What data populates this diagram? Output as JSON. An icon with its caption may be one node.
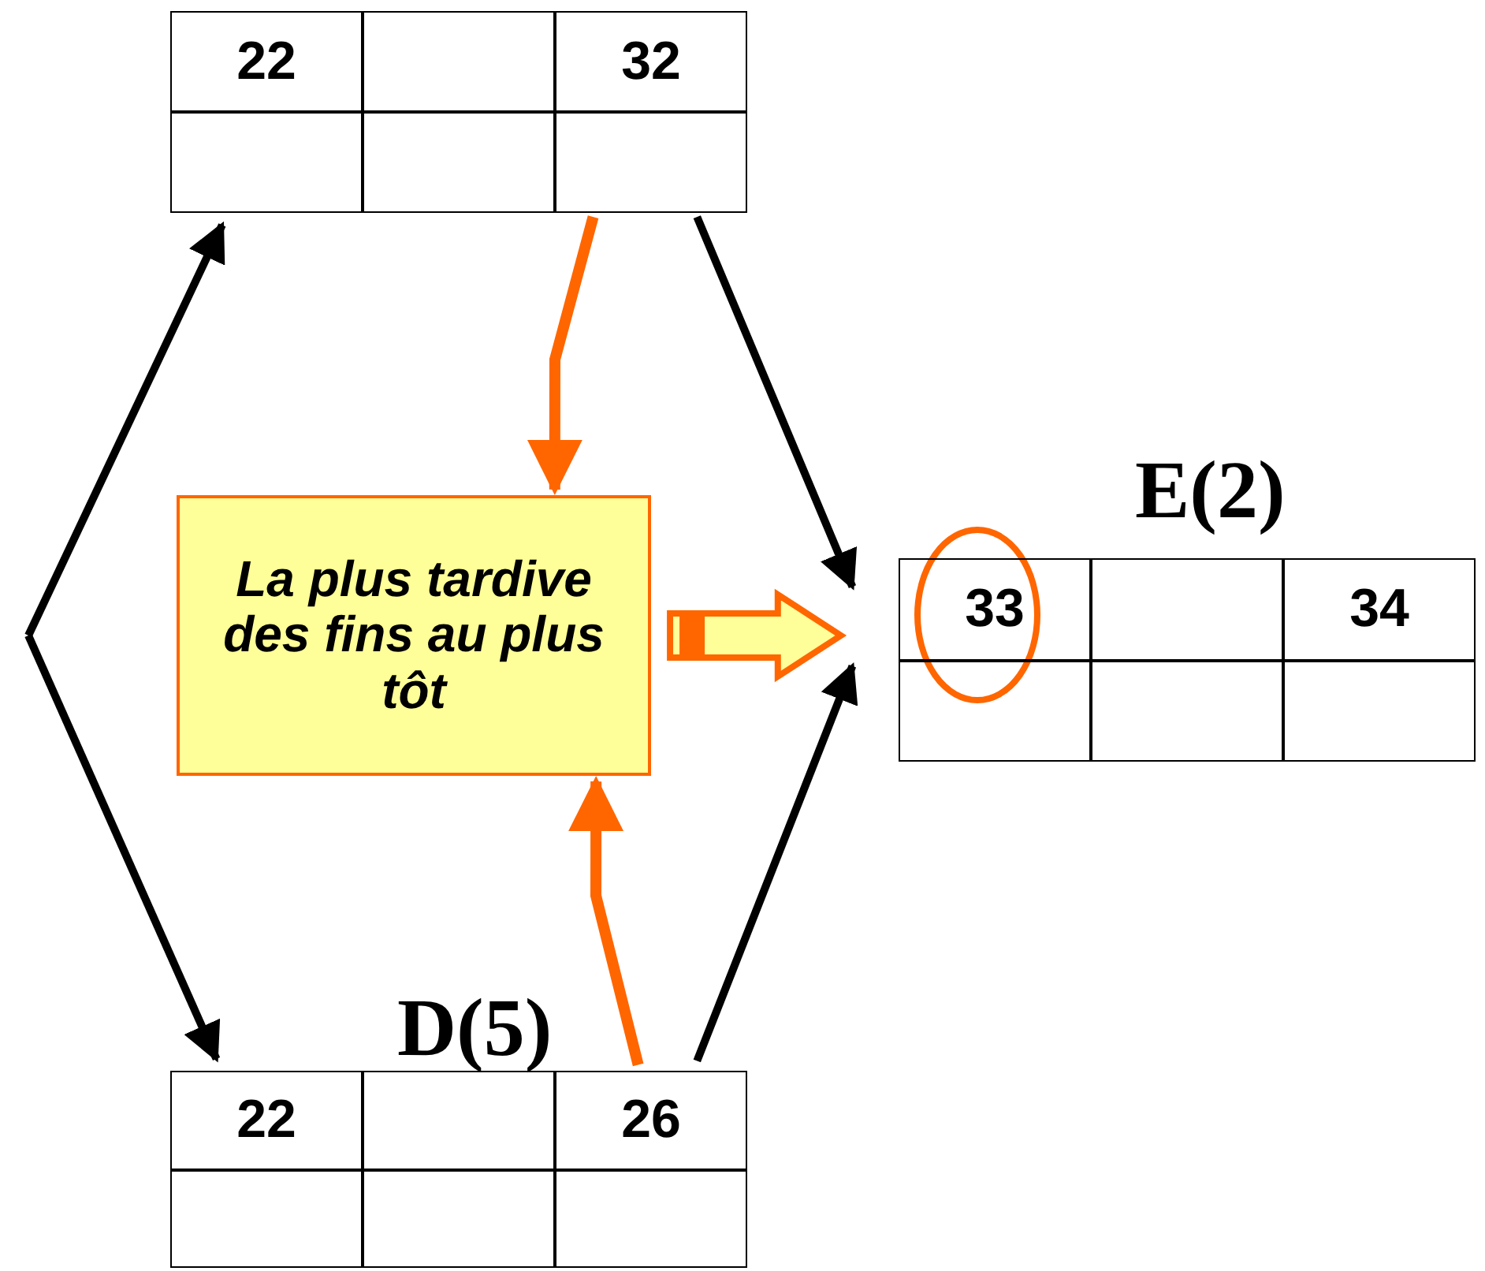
{
  "diagram": {
    "nodes": [
      {
        "text": [
          "22",
          "32"
        ]
      },
      {
        "text": [
          "La plus tardive des fins au plus tôt"
        ]
      },
      {
        "text": [
          "E(2)",
          "33",
          "34"
        ]
      },
      {
        "text": [
          "D(5)",
          "22",
          "26"
        ]
      }
    ],
    "edges": [
      {
        "from": null,
        "to": 0,
        "arrow": "to"
      },
      {
        "from": null,
        "to": 3,
        "arrow": "to"
      },
      {
        "from": 0,
        "to": 2,
        "arrow": "to"
      },
      {
        "from": 3,
        "to": 2,
        "arrow": "to"
      },
      {
        "from": 0,
        "to": 1,
        "arrow": "to",
        "color": "#ff6600"
      },
      {
        "from": 3,
        "to": 1,
        "arrow": "to",
        "color": "#ff6600"
      },
      {
        "from": 1,
        "to": 2,
        "arrow": "to",
        "style": "thick",
        "color": "#ff6600"
      }
    ]
  }
}
